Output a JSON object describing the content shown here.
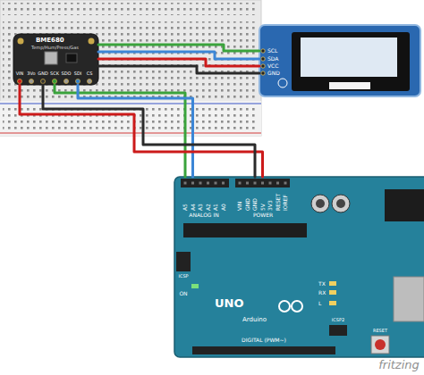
{
  "diagram": {
    "nodes": [
      {
        "text": [
          "BME680",
          "Temp/Hum/Press/Gas"
        ]
      },
      {
        "text": [
          "SCL",
          "SDA",
          "VCC",
          "GND"
        ]
      },
      {
        "text": [
          "UNO",
          "Arduino"
        ]
      }
    ],
    "edges": [
      {
        "from": 1,
        "to": 0,
        "arrow": "none"
      },
      {
        "from": 1,
        "to": 0,
        "arrow": "none"
      },
      {
        "from": 1,
        "to": 0,
        "arrow": "none"
      },
      {
        "from": 1,
        "to": 0,
        "arrow": "none"
      },
      {
        "from": 0,
        "to": 2,
        "arrow": "none"
      },
      {
        "from": 0,
        "to": 2,
        "arrow": "none"
      },
      {
        "from": 0,
        "to": 2,
        "arrow": "none"
      },
      {
        "from": 0,
        "to": 2,
        "arrow": "none"
      }
    ],
    "labels": [
      "VIN",
      "3Vo",
      "GND",
      "SCK",
      "SDO",
      "SDI",
      "CS",
      "A5",
      "A4",
      "A3",
      "A2",
      "A1",
      "A0",
      "ANALOG IN",
      "VIN",
      "GND",
      "GND",
      "5V",
      "3V3",
      "RESET",
      "IOREF",
      "POWER",
      "ICSP",
      "ON",
      "TX",
      "RX",
      "L",
      "ICSP2",
      "RESET",
      "DIGITAL (PWM~)",
      "fritzing"
    ]
  }
}
